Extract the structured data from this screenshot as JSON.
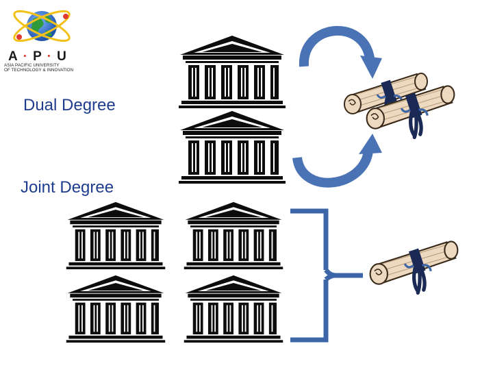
{
  "logo": {
    "acronym": "A·P·U",
    "line1": "ASIA PACIFIC UNIVERSITY",
    "line2": "OF TECHNOLOGY & INNOVATION"
  },
  "labels": {
    "dual": "Dual Degree",
    "joint": "Joint Degree"
  },
  "colors": {
    "label_text": "#1f3d8f",
    "arrow": "#4a73b5",
    "bracket": "#3d66a8",
    "building": "#0d0d0d",
    "scroll_paper": "#ecd9c0",
    "ribbon": "#1a2a55"
  },
  "icons": {
    "building": "university-building-icon",
    "diploma": "diploma-scroll-icon"
  }
}
